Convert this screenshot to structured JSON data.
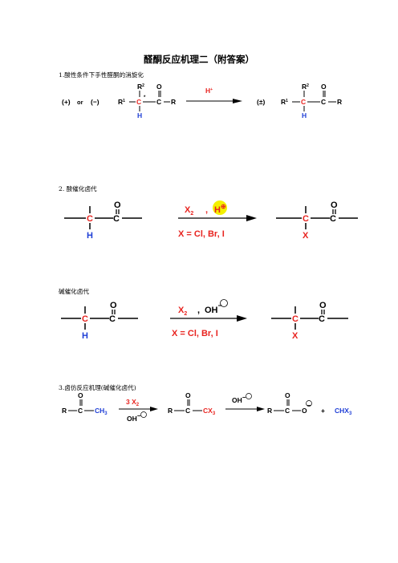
{
  "title": "醛酮反应机理二（附答案）",
  "section1": {
    "heading": "1.酸性条件下手性醛酮的消旋化",
    "plus": "(+)",
    "or": "or",
    "minus": "(−)",
    "racemic": "(±)",
    "R1": "R",
    "R1_sup": "1",
    "R2": "R",
    "R2_sup": "2",
    "C": "C",
    "O": "O",
    "H": "H",
    "R": "R",
    "star": "*",
    "reagent": "H",
    "reagent_sup": "+"
  },
  "section2": {
    "heading": "2.  酸催化卤代",
    "C": "C",
    "O": "O",
    "H": "H",
    "X": "X",
    "reagent": "X",
    "reagent_sub": "2",
    "comma": ",",
    "reagent2": "H",
    "reagent2_sup": "⊕",
    "condition": "X = Cl, Br, I"
  },
  "section2b": {
    "heading": "碱催化卤代",
    "C": "C",
    "O": "O",
    "H": "H",
    "X": "X",
    "reagent": "X",
    "reagent_sub": "2",
    "comma": ",",
    "reagent2": "OH",
    "reagent2_sup": "−",
    "condition": "X = Cl, Br, I"
  },
  "section3": {
    "heading": "3.卤仿反应机理(碱催化卤代)",
    "R": "R",
    "C": "C",
    "O": "O",
    "CH3": "CH",
    "CH3_sub": "3",
    "reagent_top": "3 X",
    "reagent_top_sub": "2",
    "reagent_bottom": "OH",
    "reagent_bottom_sup": "−",
    "CX3": "CX",
    "CX3_sub": "3",
    "reagent2": "OH",
    "reagent2_sup": "−",
    "O_minus": "O",
    "O_minus_sup": "−",
    "plus": "+",
    "CHX3": "CHX",
    "CHX3_sub": "3"
  },
  "colors": {
    "red": "#e8231f",
    "blue": "#1f3fd6",
    "highlight": "#f3f000"
  }
}
